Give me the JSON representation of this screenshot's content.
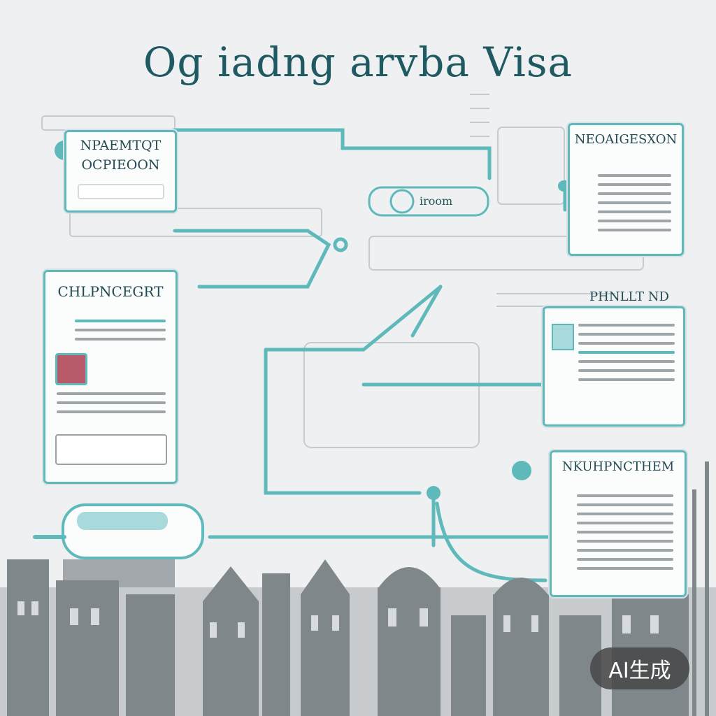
{
  "title": "Og iadng arvba Visa",
  "cards": {
    "top_left": {
      "line1": "NPAEMTQT",
      "line2": "OCPIEOON"
    },
    "top_right": {
      "heading": "NEOAIGESXON"
    },
    "mid_label": "iroom",
    "mid_left": {
      "heading": "CHLPNCEGRT"
    },
    "mid_right": {
      "heading": "PHNLLT ND"
    },
    "bottom_right": {
      "heading": "NKUHPNCTHEM"
    }
  },
  "badge": "AI生成",
  "colors": {
    "accent": "#5fb9bb",
    "ink": "#1f5a63",
    "skyline": "#7d8488"
  }
}
